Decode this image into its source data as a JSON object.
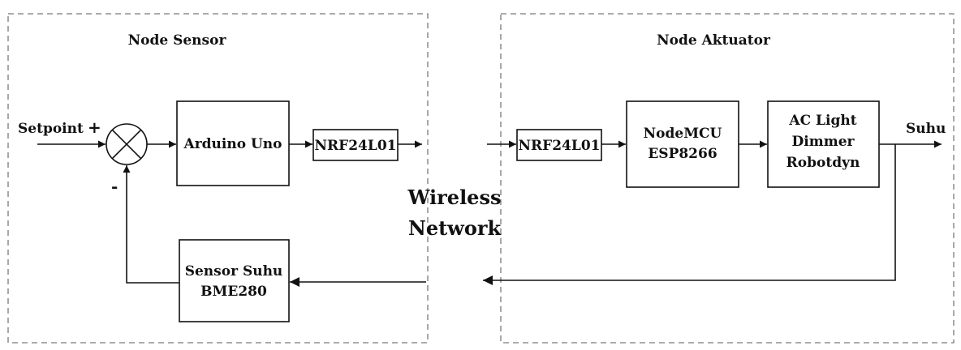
{
  "groups": {
    "sensor_title": "Node Sensor",
    "actuator_title": "Node Aktuator"
  },
  "blocks": {
    "arduino": "Arduino Uno",
    "nrf_tx": "NRF24L01",
    "nrf_rx": "NRF24L01",
    "nodemcu_line1": "NodeMCU",
    "nodemcu_line2": "ESP8266",
    "dimmer_line1": "AC Light",
    "dimmer_line2": "Dimmer",
    "dimmer_line3": "Robotdyn",
    "sensor_line1": "Sensor Suhu",
    "sensor_line2": "BME280"
  },
  "signals": {
    "input": "Setpoint",
    "plus": "+",
    "minus": "-",
    "output": "Suhu"
  },
  "network": {
    "line1": "Wireless",
    "line2": "Network"
  }
}
